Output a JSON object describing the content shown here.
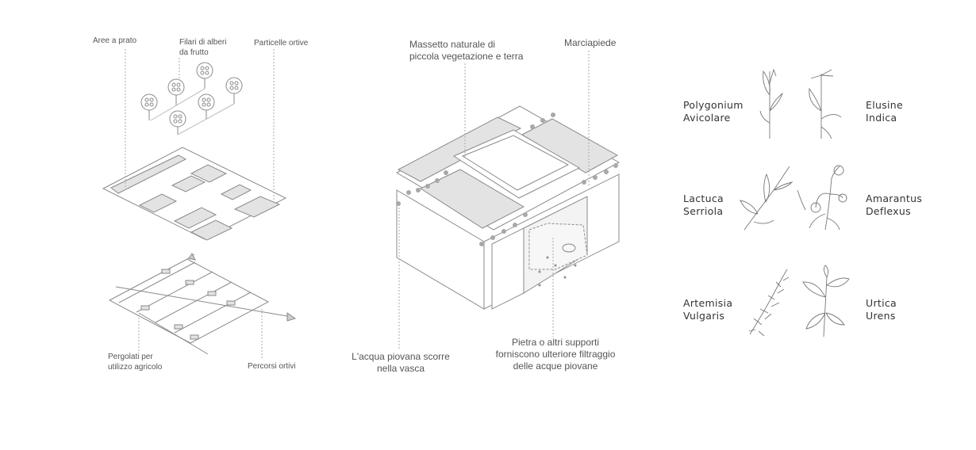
{
  "left": {
    "lawn": "Aree a prato",
    "trees": "Filari di alberi\nda frutto",
    "plots": "Particelle ortive",
    "pergola": "Pergolati per\nutilizzo agricolo",
    "paths": "Percorsi ortivi"
  },
  "middle": {
    "screed": "Massetto naturale di\npiccola vegetazione e terra",
    "sidewalk": "Marciapiede",
    "rain": "L'acqua piovana scorre\nnella vasca",
    "stone": "Pietra o altri supporti\nforniscono ulteriore filtraggio\ndelle acque piovane"
  },
  "plants": {
    "p1": "Polygonium\nAvicolare",
    "p2": "Elusine\nIndica",
    "p3": "Lactuca\nSerriola",
    "p4": "Amarantus\nDeflexus",
    "p5": "Artemisia\nVulgaris",
    "p6": "Urtica\nUrens"
  },
  "colors": {
    "line": "#8a8a8a",
    "fill": "#e3e3e3",
    "dot": "#a8a8a8"
  }
}
